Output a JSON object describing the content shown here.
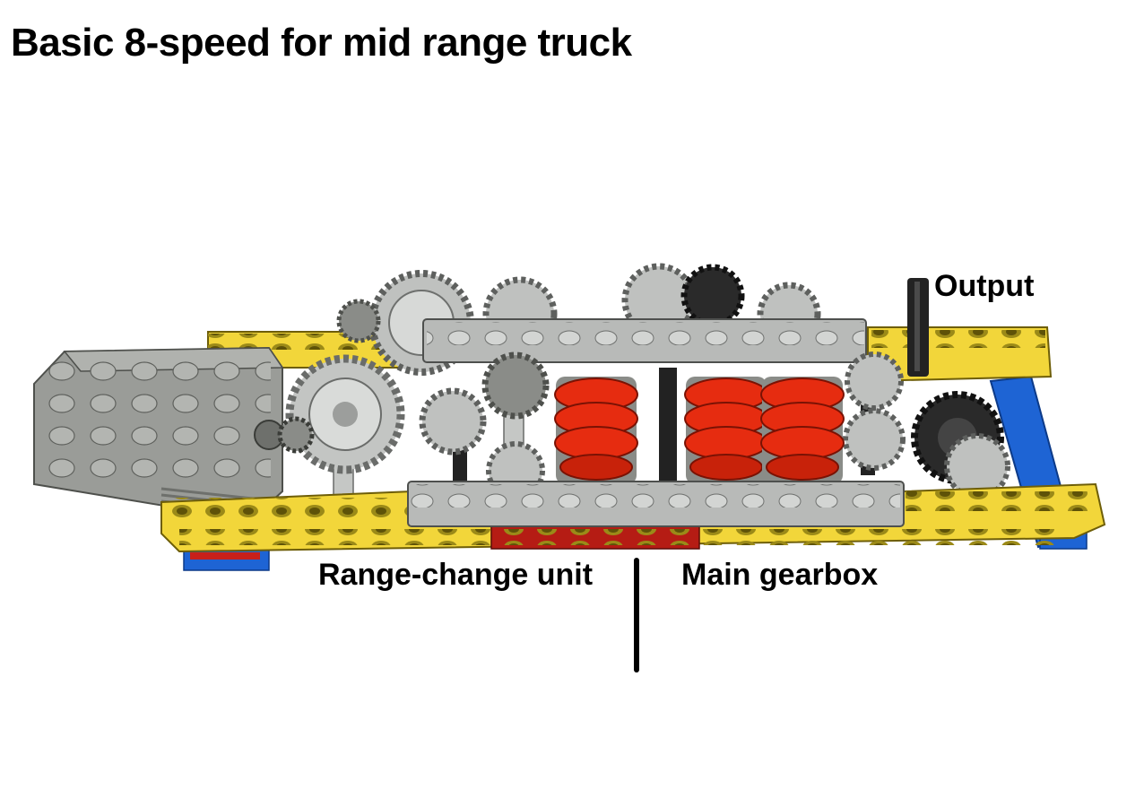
{
  "title": "Basic 8-speed for mid range truck",
  "labels": {
    "output": "Output",
    "range_change_unit": "Range-change unit",
    "main_gearbox": "Main gearbox"
  },
  "colors": {
    "beam_yellow": "#f2d63a",
    "beam_gray": "#b8bab8",
    "motor_gray": "#9a9c98",
    "clutch_red": "#e62c10",
    "frame_blue": "#1e64d4",
    "gear_gray": "#bfc1bf",
    "gear_dark": "#2a2a2a"
  }
}
